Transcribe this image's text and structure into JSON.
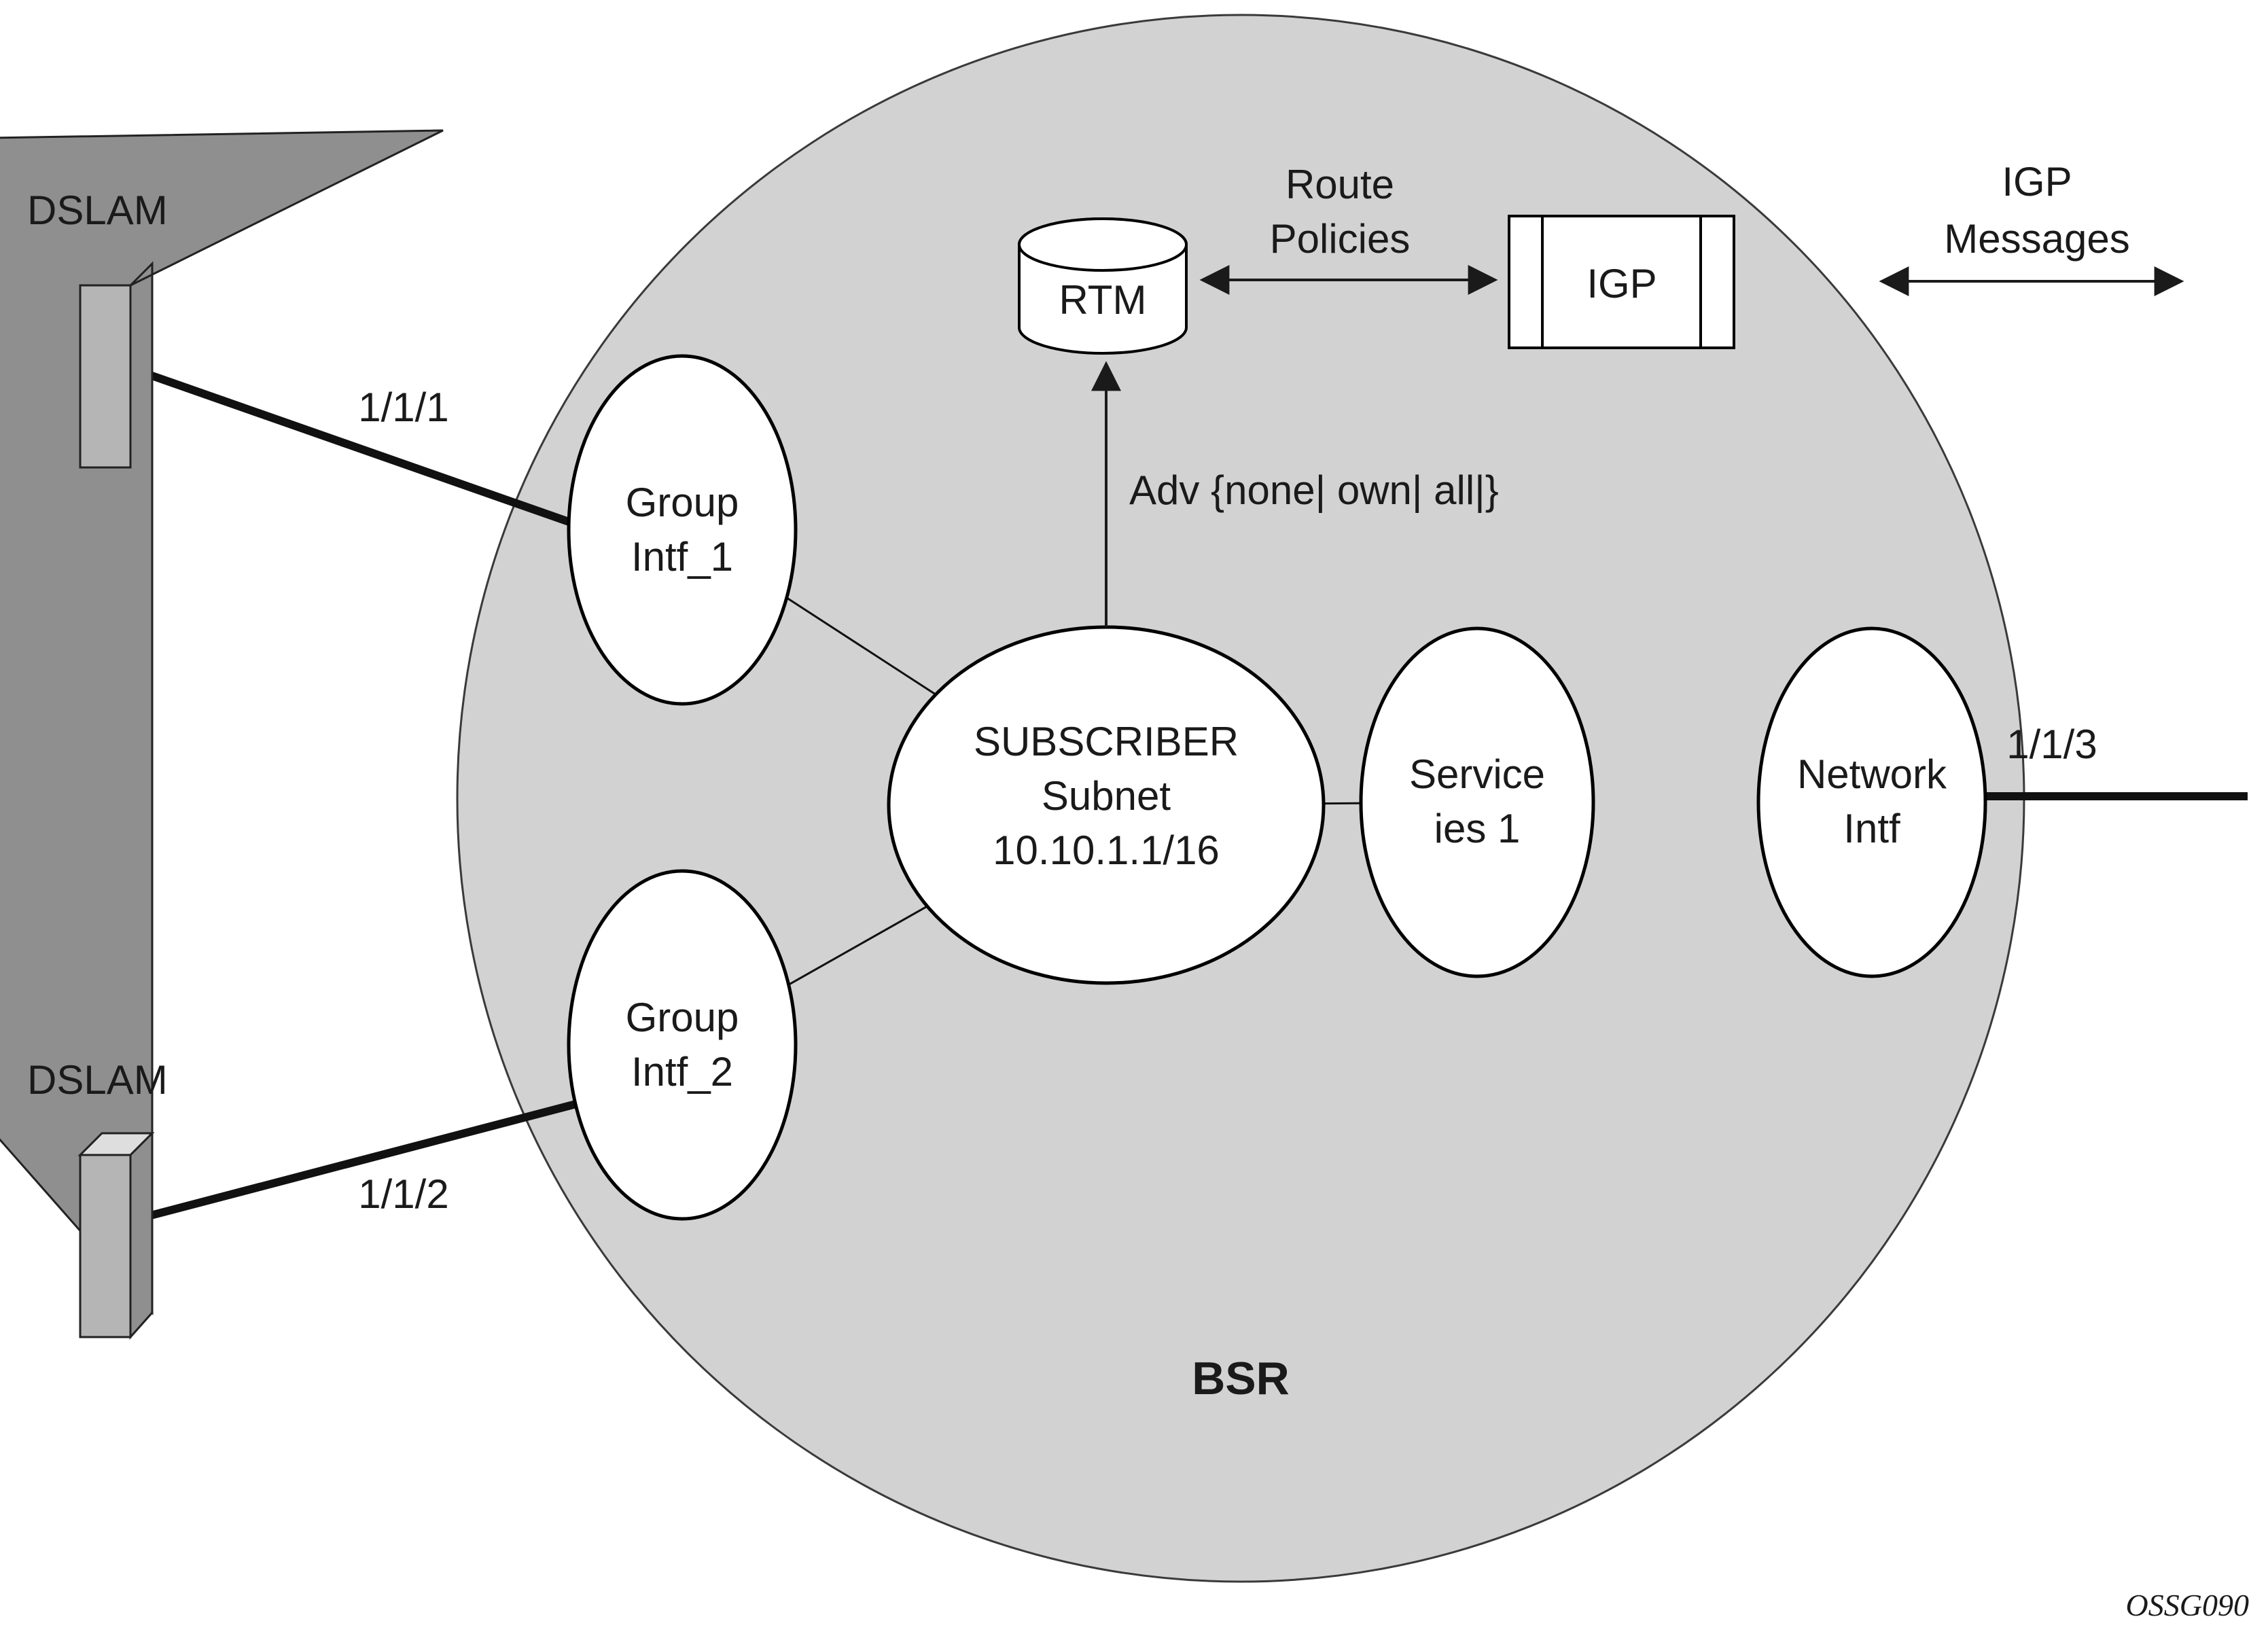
{
  "diagram": {
    "figure_id": "OSSG090",
    "bsr": {
      "label": "BSR"
    },
    "external": {
      "dslam_top": {
        "label": "DSLAM"
      },
      "dslam_bottom": {
        "label": "DSLAM"
      },
      "ports": {
        "p1": "1/1/1",
        "p2": "1/1/2",
        "p3": "1/1/3"
      }
    },
    "nodes": {
      "group_intf_1": {
        "line1": "Group",
        "line2": "Intf_1"
      },
      "group_intf_2": {
        "line1": "Group",
        "line2": "Intf_2"
      },
      "subscriber": {
        "line1": "SUBSCRIBER",
        "line2": "Subnet",
        "line3": "10.10.1.1/16"
      },
      "services": {
        "line1": "Service",
        "line2": "ies 1"
      },
      "network_intf": {
        "line1": "Network",
        "line2": "Intf"
      },
      "rtm": {
        "label": "RTM"
      },
      "igp": {
        "label": "IGP"
      }
    },
    "annotations": {
      "route_policies": {
        "line1": "Route",
        "line2": "Policies"
      },
      "adv": {
        "label": "Adv {none| own| all|}"
      },
      "igp_messages": {
        "line1": "IGP",
        "line2": "Messages"
      }
    },
    "colors": {
      "circle_fill": "#d2d2d2",
      "node_fill": "#ffffff",
      "stroke": "#000000"
    }
  }
}
